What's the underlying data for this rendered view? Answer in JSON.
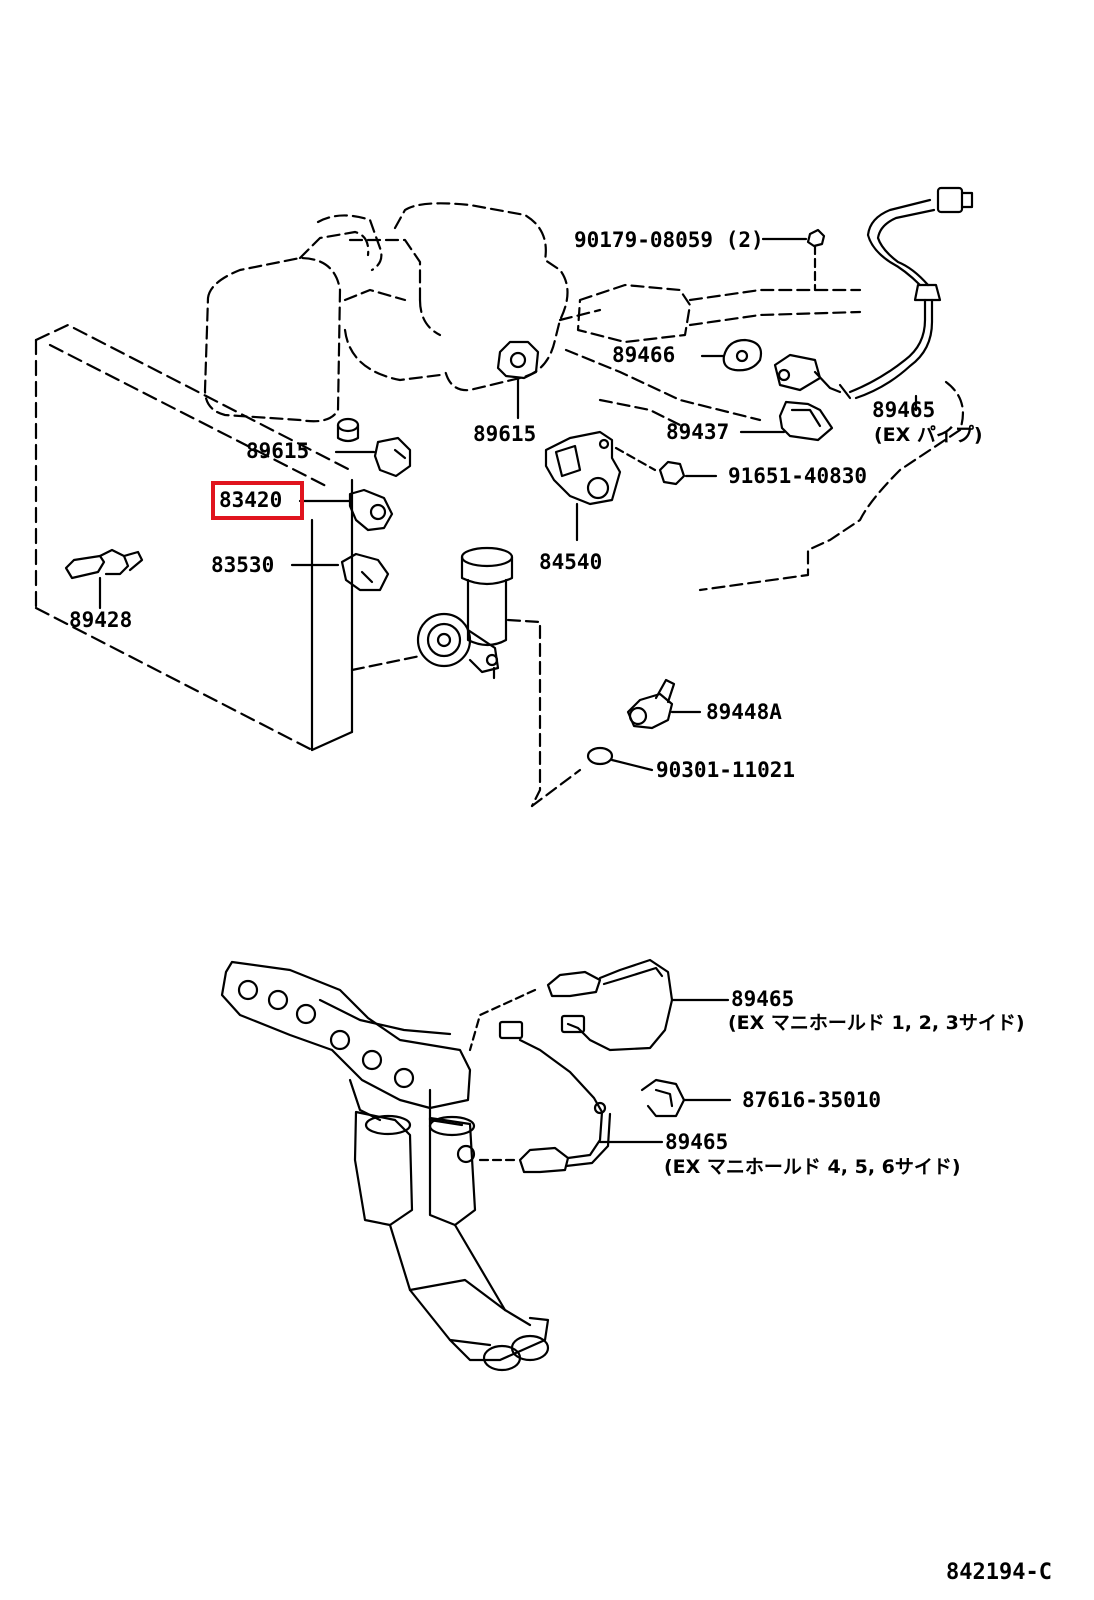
{
  "diagram_code": "842194-C",
  "highlight_color": "#e0141e",
  "highlighted_part": "83420",
  "parts": {
    "p_90179": "90179-08059 (2)",
    "p_89466": "89466",
    "p_89465_top": "89465",
    "p_89465_top_note": "(EX パイプ)",
    "p_89615_mid": "89615",
    "p_89437": "89437",
    "p_89615_left": "89615",
    "p_91651": "91651-40830",
    "p_83420": "83420",
    "p_84540": "84540",
    "p_83530": "83530",
    "p_89428": "89428",
    "p_89448a": "89448A",
    "p_90301": "90301-11021",
    "p_89465_mid": "89465",
    "p_89465_mid_note": "(EX マニホールド 1, 2, 3サイド)",
    "p_87616": "87616-35010",
    "p_89465_bot": "89465",
    "p_89465_bot_note": "(EX マニホールド 4, 5, 6サイド)"
  }
}
